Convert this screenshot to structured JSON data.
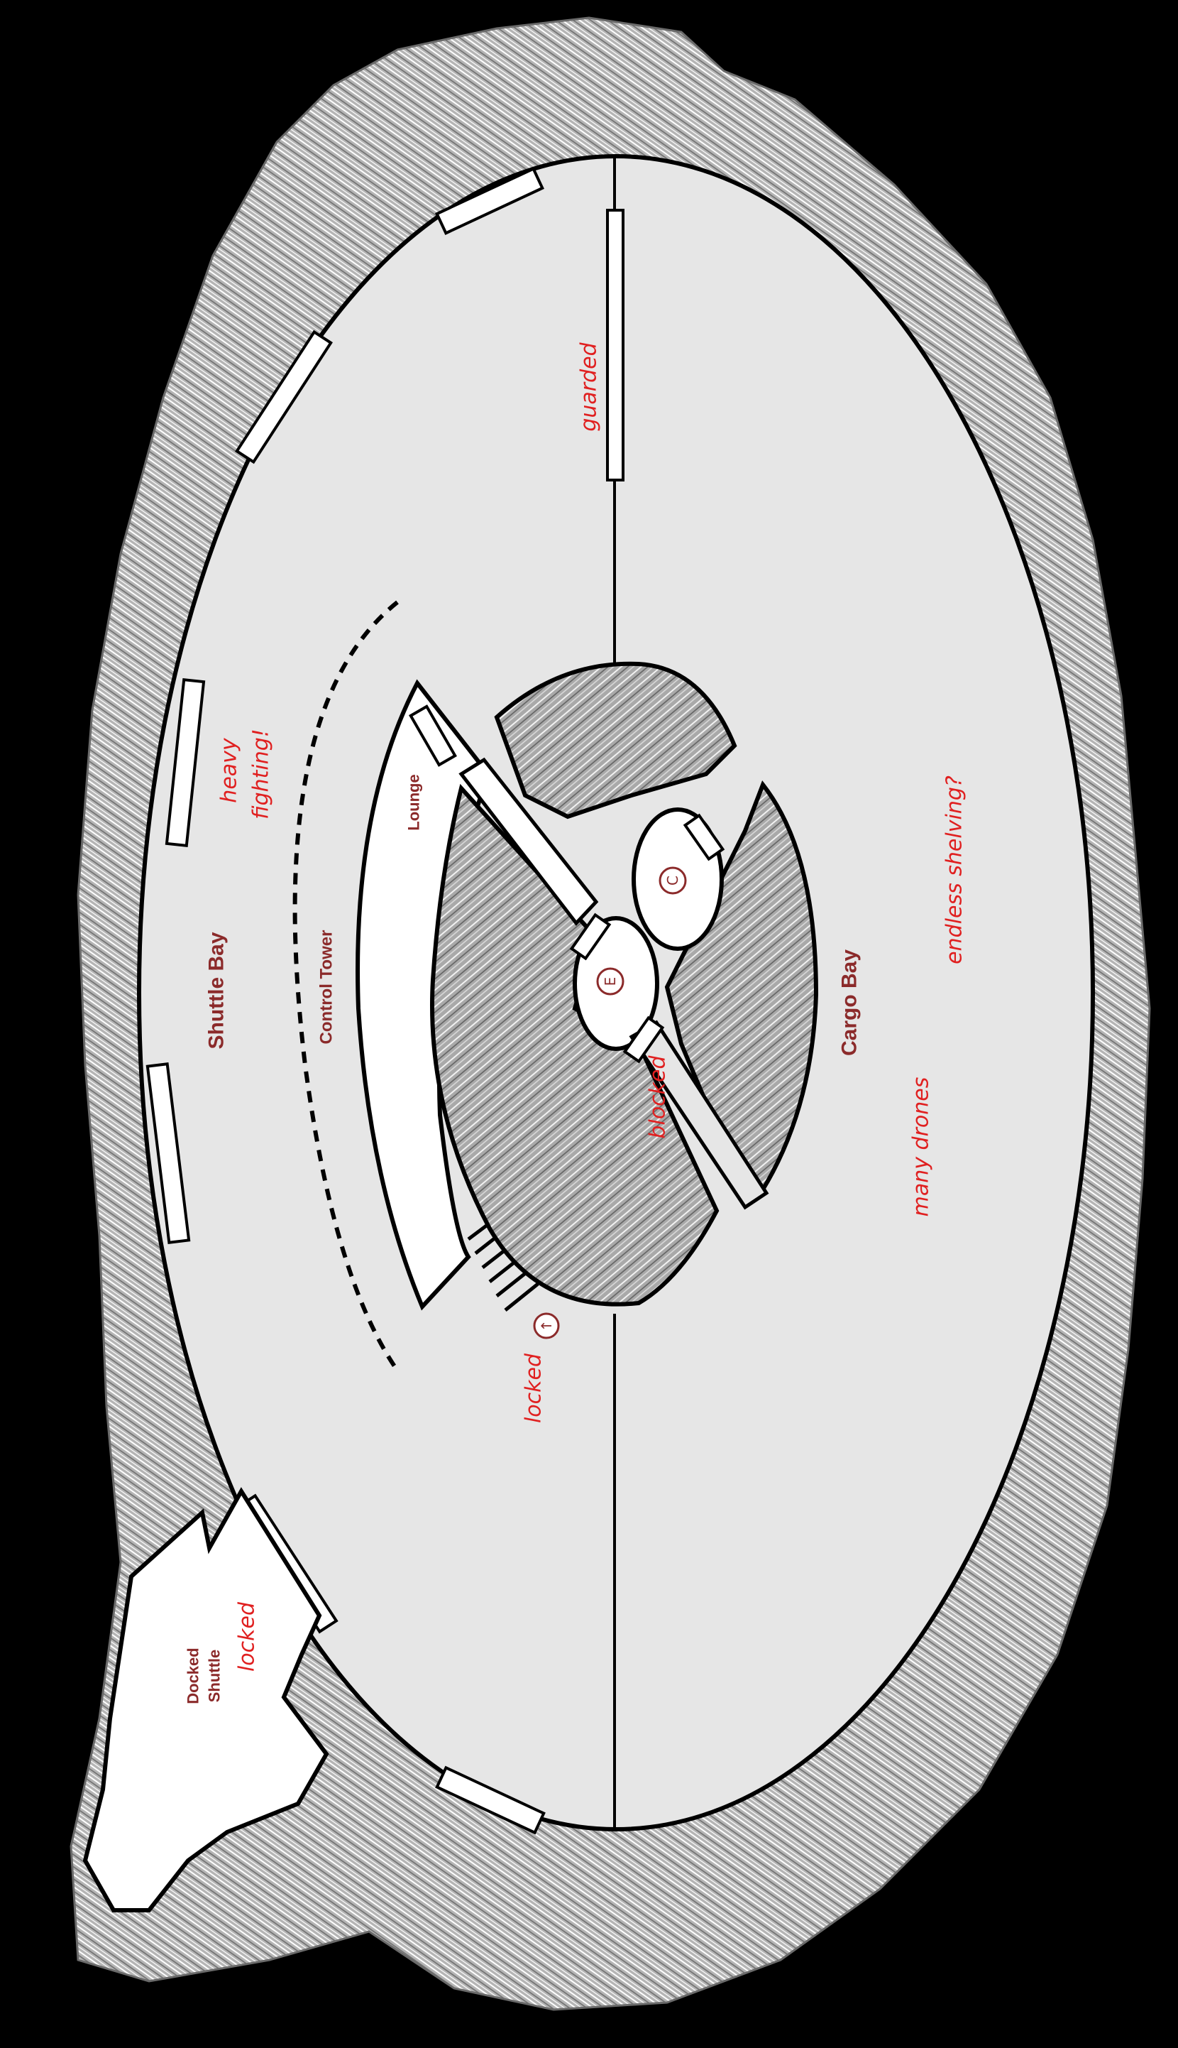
{
  "map": {
    "rooms": {
      "shuttle_bay": "Shuttle Bay",
      "cargo_bay": "Cargo Bay",
      "control_tower": "Control Tower",
      "lounge": "Lounge",
      "docked_shuttle": [
        "Docked",
        "Shuttle"
      ]
    },
    "notes": {
      "guarded": "guarded",
      "heavy_fighting": [
        "heavy",
        "fighting!"
      ],
      "endless_shelving": "endless shelving?",
      "many_drones": "many drones",
      "blocked": "blocked",
      "locked_stairs": "locked",
      "locked_shuttle": "locked"
    },
    "markers": {
      "elevator": "E",
      "center": "C",
      "stairs_up": "↑"
    },
    "colors": {
      "background": "#000000",
      "rock": "#a8a8a8",
      "floor": "#e6e6e6",
      "wall": "#000000",
      "label": "#8b2a2a",
      "note": "#e02020",
      "white_room": "#ffffff"
    }
  }
}
